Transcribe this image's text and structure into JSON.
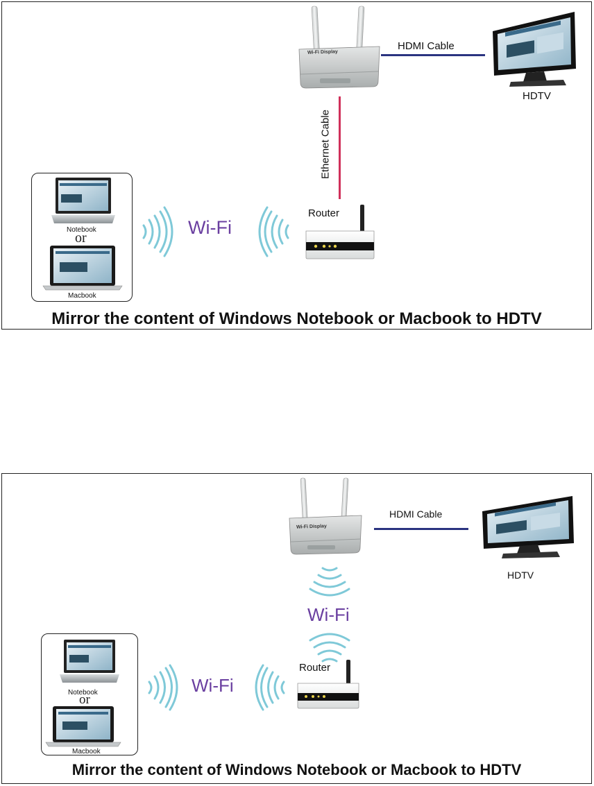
{
  "panels": [
    {
      "hdmi_label": "HDMI Cable",
      "hdtv_label": "HDTV",
      "ethernet_label": "Ethernet Cable",
      "router_label": "Router",
      "wifi_label": "Wi-Fi",
      "notebook_label": "Notebook",
      "or_label": "or",
      "macbook_label": "Macbook",
      "dongle_label": "Wi-Fi Display",
      "caption": "Mirror the content of Windows Notebook or Macbook to HDTV"
    },
    {
      "hdmi_label": "HDMI Cable",
      "hdtv_label": "HDTV",
      "router_label": "Router",
      "wifi_label": "Wi-Fi",
      "wifi_vertical_label": "Wi-Fi",
      "notebook_label": "Notebook",
      "or_label": "or",
      "macbook_label": "Macbook",
      "dongle_label": "Wi-Fi Display",
      "caption": "Mirror the content of Windows Notebook or Macbook to HDTV"
    }
  ],
  "colors": {
    "hdmi_cable": "#2a3380",
    "ethernet_cable": "#d0305a",
    "wifi_text": "#6a3fa0",
    "wifi_waves": "#7fc9d8"
  },
  "icons": [
    "wifi-display-adapter-icon",
    "hdtv-icon",
    "router-icon",
    "laptop-icon",
    "macbook-icon",
    "wifi-waves-icon"
  ]
}
